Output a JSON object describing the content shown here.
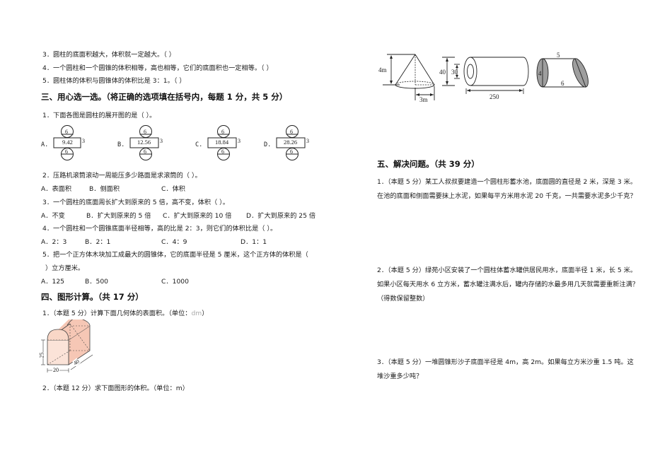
{
  "left_column": {
    "judge_items": [
      "3．圆柱的底面积越大，体积就一定越大。（          ）",
      "4．一个圆柱和一个圆锥的体积相等，高也相等，它们的底面积也一定相等。（            ）",
      "5．圆柱体的体积与圆锥体的体积比是 3：1。（            ）"
    ],
    "section3": {
      "title": "三、用心选一选。（将正确的选项填在括号内，每题 1 分，共 5 分）",
      "q1": {
        "text": "1．下面各图是圆柱的展开图的是（            ）。",
        "options": [
          {
            "label": "A.",
            "rect_value": "9.42",
            "circle_value": "6",
            "height": "3"
          },
          {
            "label": "B.",
            "rect_value": "12.56",
            "circle_value": "6",
            "height": "3"
          },
          {
            "label": "C.",
            "rect_value": "18.84",
            "circle_value": "6",
            "height": "3"
          },
          {
            "label": "D.",
            "rect_value": "28.26",
            "circle_value": "6",
            "height": "3"
          }
        ]
      },
      "q2": {
        "text": "2．压路机滚筒滚动一周能压多少路面是求滚筒的（            ）。",
        "options": [
          "A．表面积",
          "B．侧面积",
          "C．体积"
        ]
      },
      "q3": {
        "text": "3．一个圆柱的底面周长扩大到原来的 5 倍，高不变，体积（            ）。",
        "options": [
          "A．不变",
          "B．扩大到原来的 5 倍",
          "C．扩大到原来的 10 倍",
          "D．扩大到原来的 25 倍"
        ]
      },
      "q4": {
        "text": "4．一个圆柱和一个圆锥底面半径相等，高的比是 2：3，则它们的体积比是（            ）。",
        "options": [
          "A．2：3",
          "B．2：1",
          "C．4：9",
          "D．1：1"
        ]
      },
      "q5": {
        "text_line1": "5．把一个正方体木块加工成最大的圆锥体，它的底面半径是 5 厘米，这个正方体的体积是（",
        "text_line2": "）立方厘米。",
        "options": [
          "A．125",
          "B．500",
          "C．1000"
        ]
      }
    },
    "section4": {
      "title": "四、图形计算。（共 17 分）",
      "q1": {
        "text": "1．（本题 5 分）计算下面几何体的表面积。（单位：",
        "unit": "dm",
        "text_end": "）",
        "figure": {
          "height": "25",
          "width": "20",
          "length": "40"
        }
      },
      "q2": {
        "text": "2．（本题 12 分）求下面图形的体积。（单位：m）"
      }
    }
  },
  "right_column": {
    "figures": {
      "cone": {
        "height": "4m",
        "radius": "3m"
      },
      "hollow_cylinder": {
        "outer": "40",
        "inner": "30",
        "length": "250"
      },
      "cut_cylinder": {
        "diameter": "4",
        "top_length": "5",
        "bottom_length": "6"
      }
    },
    "section5": {
      "title": "五、解决问题。（共 39 分）",
      "problems": [
        {
          "text": "1．（本题 5 分）某工人叔叔要建造一个圆柱形蓄水池，底面圆的直径是 2 米，深是 3 米。在池的底面和侧面需要抹上水泥，如果每平方米用水泥 20 千克，一共需要水泥多少千克？"
        },
        {
          "text": "2．（本题 5 分）绿苑小区安装了一个圆柱体蓄水罐供居民用水，底面半径 1 米，长 5 米。如果小区每天用水 6 立方米，蓄水罐注满水后，罐内存储的水最多用几天就需要重新注满？（得数保留整数）"
        },
        {
          "text": "3．（本题 5 分）一堆圆锥形沙子底面半径是 4m，高 2m。如果每立方米沙重 1.5 吨。这堆沙重多少吨？"
        }
      ]
    }
  },
  "colors": {
    "shape_fill": "#f6c7b5",
    "shape_fill_light": "#fbe3d8",
    "gray_fill": "#9e9e9e",
    "unit_gray": "#aaaaaa"
  }
}
